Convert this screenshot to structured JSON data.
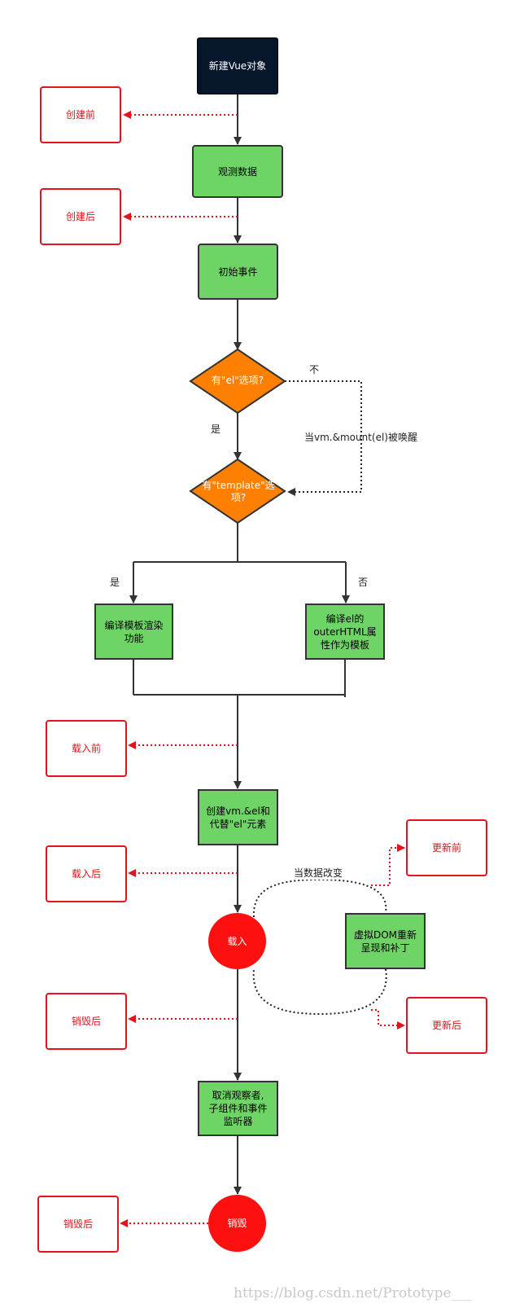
{
  "nodes": {
    "new_vue": "新建Vue对象",
    "observe": "观测数据",
    "init_events": "初始事件",
    "has_el": "有\"el\"选项?",
    "has_template": "有\"template\"选\n项?",
    "compile_template": "编译模板渲染\n功能",
    "compile_outer": "编译el的\nouterHTML属\n性作为模板",
    "create_el": "创建vm.&el和\n代替\"el\"元素",
    "mounted": "载入",
    "virtual_dom": "虚拟DOM重新\n呈现和补丁",
    "teardown": "取消观察者,\n子组件和事件\n监听器",
    "destroyed": "销毁"
  },
  "hooks": {
    "before_create": "创建前",
    "created": "创建后",
    "before_mount": "载入前",
    "mounted": "载入后",
    "before_update": "更新前",
    "updated": "更新后",
    "before_destroy": "销毁后",
    "destroyed": "销毁后"
  },
  "edge_labels": {
    "no": "不",
    "when_mount": "当vm.&mount(el)被唤醒",
    "yes_1": "是",
    "yes_2": "是",
    "no_2": "否",
    "data_change": "当数据改变"
  },
  "watermark": "https://blog.csdn.net/Prototype___",
  "colors": {
    "dark_node": "#07172b",
    "process_node": "#6fd466",
    "decision_node": "#ff8000",
    "hook_red": "#e3121b",
    "terminal_red": "#ff1010"
  }
}
